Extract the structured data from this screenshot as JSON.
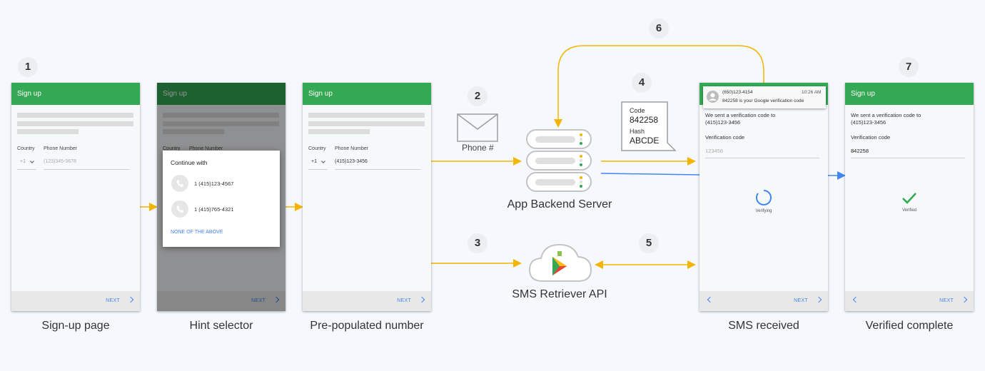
{
  "steps": [
    "1",
    "2",
    "3",
    "4",
    "5",
    "6",
    "7"
  ],
  "captions": {
    "signup_page": "Sign-up page",
    "hint_selector": "Hint selector",
    "prepopulated": "Pre-populated number",
    "sms_received": "SMS received",
    "verified_complete": "Verified complete"
  },
  "phone": {
    "title": "Sign up",
    "next": "NEXT",
    "country_label": "Country",
    "phone_label": "Phone Number",
    "country_code": "+1",
    "phone_placeholder": "(123)345-5678",
    "phone_value": "(415)123-3456"
  },
  "hint_dialog": {
    "title": "Continue with",
    "options": [
      "1 (415)123-4567",
      "1 (415)765-4321"
    ],
    "none": "NONE OF THE ABOVE"
  },
  "sms_screen": {
    "notification_from": "(650)123-4154",
    "notification_time": "10:26 AM",
    "notification_body": "842258 is your Google verification code",
    "sent_text_1": "We sent a verification code to",
    "sent_text_2": "(415)123-3456",
    "code_label": "Verification code",
    "code_placeholder": "123456",
    "verifying": "Verifying"
  },
  "verified_screen": {
    "code_value": "842258",
    "verified": "Verified"
  },
  "backend": {
    "label": "App Backend Server",
    "envelope_label": "Phone #"
  },
  "code_bubble": {
    "code_label": "Code",
    "code_value": "842258",
    "hash_label": "Hash",
    "hash_value": "ABCDE"
  },
  "retriever": {
    "label": "SMS Retriever API"
  },
  "colors": {
    "green": "#34a853",
    "arrow_yellow": "#f4b400",
    "arrow_blue": "#4285f4"
  }
}
